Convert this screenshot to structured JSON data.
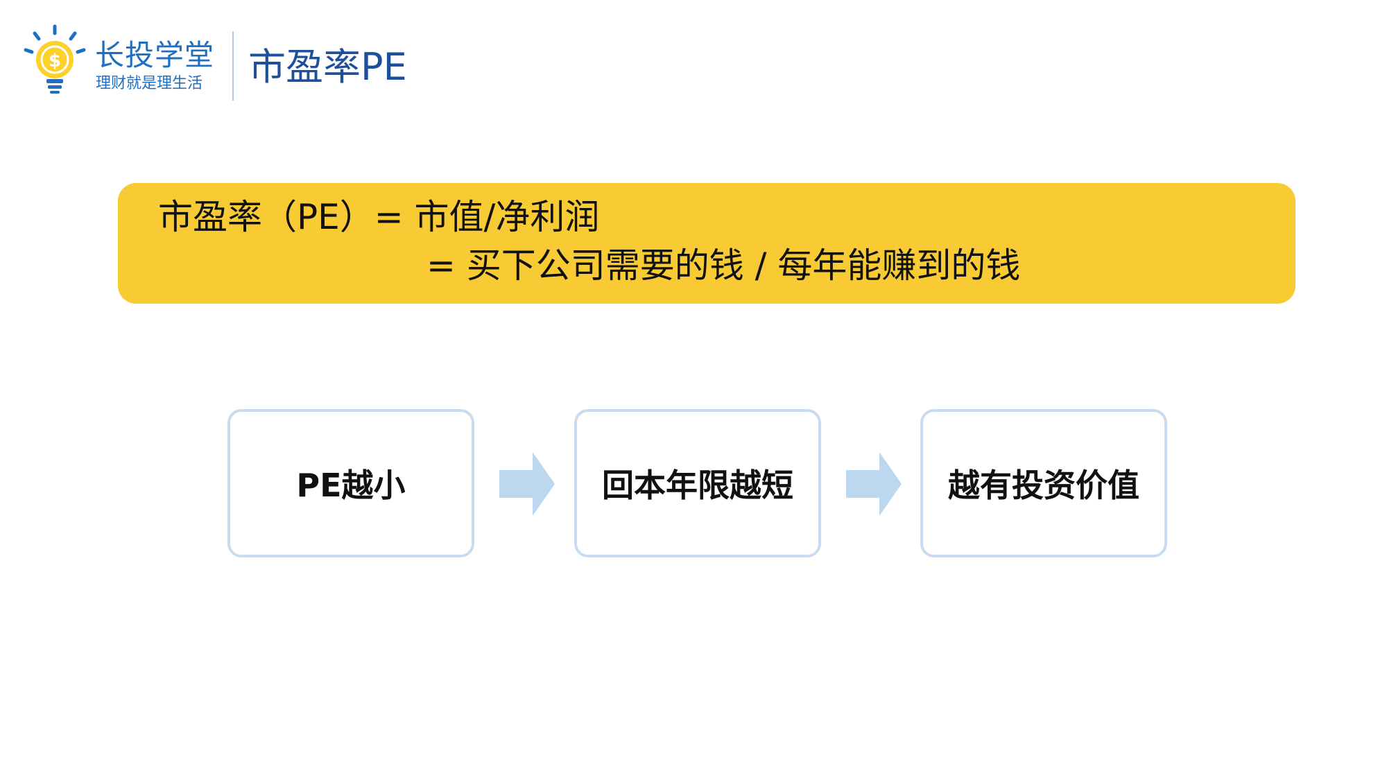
{
  "logo": {
    "name": "长投学堂",
    "slogan": "理财就是理生活",
    "icon": "lightbulb-dollar-icon",
    "color": "#1f6fc1"
  },
  "title": "市盈率PE",
  "formula": {
    "line1": "市盈率（PE）= 市值/净利润",
    "line2": "= 买下公司需要的钱 / 每年能赚到的钱",
    "background": "#f8cb35"
  },
  "flow": {
    "steps": [
      {
        "label": "PE越小"
      },
      {
        "label": "回本年限越短"
      },
      {
        "label": "越有投资价值"
      }
    ],
    "arrow_icon": "arrow-right-icon",
    "arrow_color": "#bdd7ee",
    "box_border_color": "#c9dcef"
  }
}
